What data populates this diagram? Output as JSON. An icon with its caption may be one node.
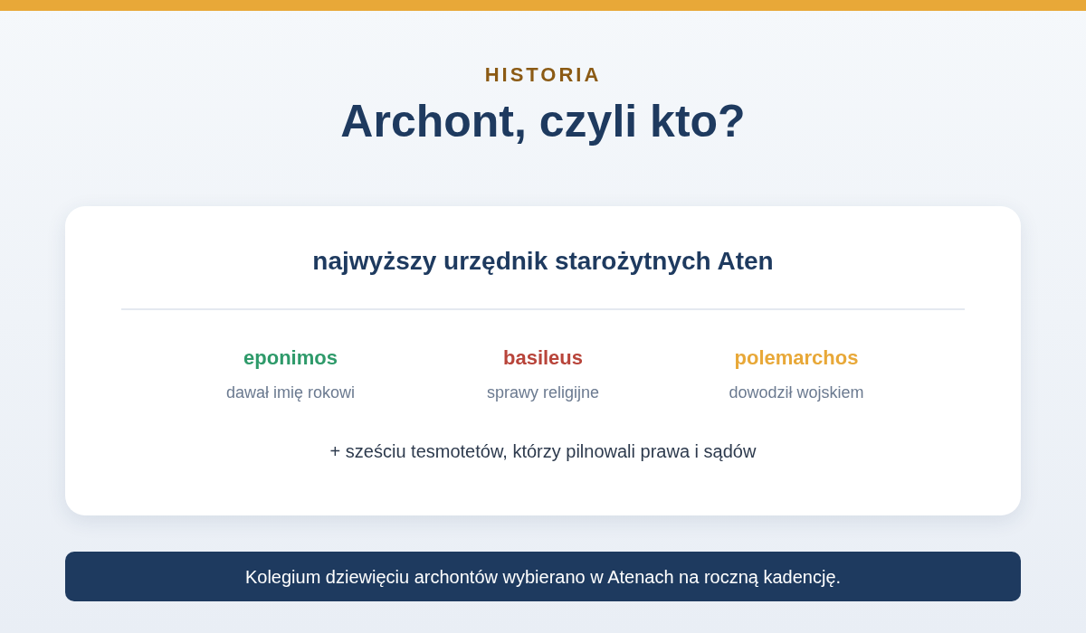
{
  "diagram": {
    "title": "Archont, czyli kto?",
    "nodes": [
      {
        "text": [
          "najwyższy urzędnik starożytnych Aten",
          "eponimos",
          "dawał imię rokowi",
          "basileus",
          "sprawy religijne",
          "polemarchos",
          "dowodził wojskiem",
          "+ sześciu tesmotetów, którzy pilnowali prawa i sądów"
        ]
      },
      {
        "text": [
          "Kolegium dziewięciu archontów wybierano w Atenach na roczną kadencję."
        ]
      }
    ],
    "edges": [],
    "labels": [
      "HISTORIA"
    ]
  }
}
